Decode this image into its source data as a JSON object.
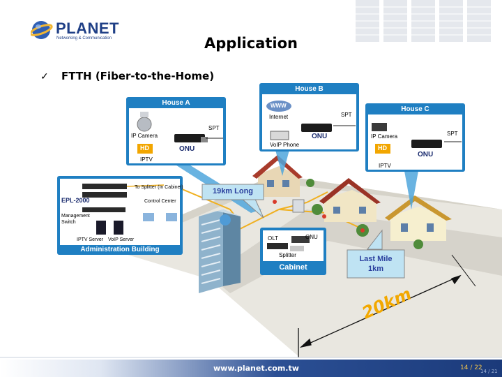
{
  "header": {
    "logo_text": "PLANET",
    "logo_tagline": "Networking & Communication",
    "title": "Application"
  },
  "bullet": {
    "mark": "✓",
    "text": "FTTH (Fiber-to-the-Home)"
  },
  "diagram": {
    "house_a": {
      "title": "House A",
      "ip_camera": "IP Camera",
      "hd": "HD",
      "iptv": "IPTV",
      "onu": "ONU",
      "spt": "SPT"
    },
    "house_b": {
      "title": "House B",
      "www": "WWW",
      "internet": "Internet",
      "voip_phone": "VoIP Phone",
      "onu": "ONU",
      "spt": "SPT"
    },
    "house_c": {
      "title": "House C",
      "ip_camera": "IP Camera",
      "hd": "HD",
      "iptv": "IPTV",
      "onu": "ONU",
      "spt": "SPT"
    },
    "admin": {
      "title": "Administration Building",
      "epl": "EPL-2000",
      "splitter_cabinet": "To Splitter (In Cabinet)",
      "control_center": "Control Center",
      "management_switch": "Management Switch",
      "iptv_server": "IPTV Server",
      "voip_server": "VoIP Server"
    },
    "cabinet": {
      "title": "Cabinet",
      "olt": "OLT",
      "onu": "ONU",
      "splitter": "Splitter"
    },
    "callout_19km": "19km Long",
    "callout_last_mile": "Last Mile 1km",
    "distance": "20km"
  },
  "footer": {
    "website": "www.planet.com.tw",
    "page": "14 / 22",
    "page_overlay": "14 / 21"
  },
  "colors": {
    "brand": "#1f3f86",
    "panel_blue": "#1f7fc2",
    "callout_bg": "#bfe3f3",
    "callout_text": "#2a3f9e",
    "distance_text": "#f2a800",
    "ground": "#e9e7e0",
    "footer": "#1b3a7a"
  }
}
